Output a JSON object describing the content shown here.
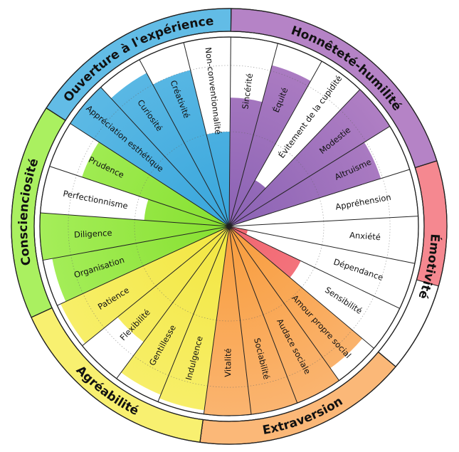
{
  "chart_data": {
    "type": "radial-bar",
    "max_value": 1,
    "domains": [
      {
        "name": "Honnêteté-humilité",
        "score": 1.0,
        "colors": [
          "#8a62b4",
          "#b583c6"
        ],
        "facets": [
          {
            "name": "Sincérité",
            "value": 0.68
          },
          {
            "name": "Équité",
            "value": 0.88
          },
          {
            "name": "Évitement de la cupidité",
            "value": 0.28
          },
          {
            "name": "Modestie",
            "value": 1.0
          },
          {
            "name": "Altruisme",
            "value": 0.84
          }
        ]
      },
      {
        "name": "Émotivité",
        "score": 0.58,
        "colors": [
          "#f26670",
          "#f58890"
        ],
        "facets": [
          {
            "name": "Appréhension",
            "value": 0.0
          },
          {
            "name": "Anxiété",
            "value": 0.0
          },
          {
            "name": "Dépendance",
            "value": 0.1
          },
          {
            "name": "Sensibilité",
            "value": 0.42
          }
        ]
      },
      {
        "name": "Extraversion",
        "score": 1.0,
        "colors": [
          "#f89c3c",
          "#fbb878"
        ],
        "facets": [
          {
            "name": "Amour propre social",
            "value": 0.92
          },
          {
            "name": "Audace sociale",
            "value": 1.0
          },
          {
            "name": "Sociabilité",
            "value": 1.0
          },
          {
            "name": "Vitalité",
            "value": 1.0
          }
        ]
      },
      {
        "name": "Agréabilité",
        "score": 1.0,
        "colors": [
          "#f2e640",
          "#f8f070"
        ],
        "facets": [
          {
            "name": "Indulgence",
            "value": 0.98
          },
          {
            "name": "Gentillesse",
            "value": 0.96
          },
          {
            "name": "Flexibilité",
            "value": 0.76
          },
          {
            "name": "Patience",
            "value": 0.98
          }
        ]
      },
      {
        "name": "Conscienciosité",
        "score": 1.0,
        "colors": [
          "#86e030",
          "#aaf060"
        ],
        "facets": [
          {
            "name": "Organisation",
            "value": 0.95
          },
          {
            "name": "Diligence",
            "value": 1.0
          },
          {
            "name": "Perfectionnisme",
            "value": 0.45
          },
          {
            "name": "Prudence",
            "value": 0.82
          }
        ]
      },
      {
        "name": "Ouverture à l'expérience",
        "score": 1.0,
        "colors": [
          "#38a6dc",
          "#62bce6"
        ],
        "facets": [
          {
            "name": "Appréciation esthétique",
            "value": 1.0
          },
          {
            "name": "Curiosité",
            "value": 0.92
          },
          {
            "name": "Créativité",
            "value": 0.85
          },
          {
            "name": "Non-conventionnalité",
            "value": 0.5
          }
        ]
      }
    ]
  }
}
